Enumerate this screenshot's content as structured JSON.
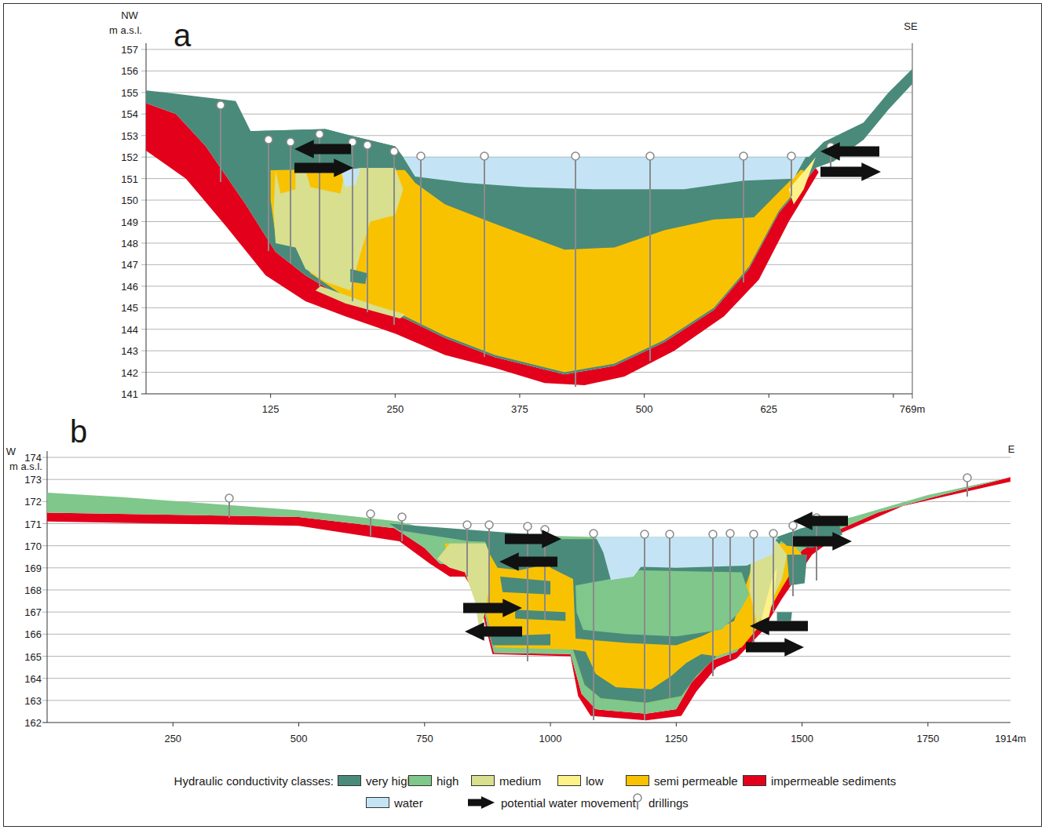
{
  "diagram": {
    "labels": [
      "a",
      "NW",
      "m a.s.l.",
      "SE",
      "157",
      "156",
      "155",
      "154",
      "153",
      "152",
      "151",
      "150",
      "149",
      "148",
      "147",
      "146",
      "145",
      "144",
      "143",
      "142",
      "141",
      "125",
      "250",
      "375",
      "500",
      "625",
      "769m",
      "b",
      "W",
      "m a.s.l.",
      "E",
      "174",
      "173",
      "172",
      "171",
      "170",
      "169",
      "168",
      "167",
      "166",
      "165",
      "164",
      "163",
      "162",
      "250",
      "500",
      "750",
      "1000",
      "1250",
      "1500",
      "1750",
      "1914m",
      "Hydraulic conductivity classes:"
    ],
    "legend": [
      {
        "text": "very high",
        "color": "#4a8a7a"
      },
      {
        "text": "high",
        "color": "#7fc78a"
      },
      {
        "text": "medium",
        "color": "#d8df8e"
      },
      {
        "text": "low",
        "color": "#fdf18a"
      },
      {
        "text": "semi permeable",
        "color": "#f9c200"
      },
      {
        "text": "impermeable sediments",
        "color": "#e3001b"
      },
      {
        "text": "water",
        "color": "#c4e4f5"
      },
      {
        "text": "potential water movement"
      },
      {
        "text": "drillings"
      }
    ]
  }
}
